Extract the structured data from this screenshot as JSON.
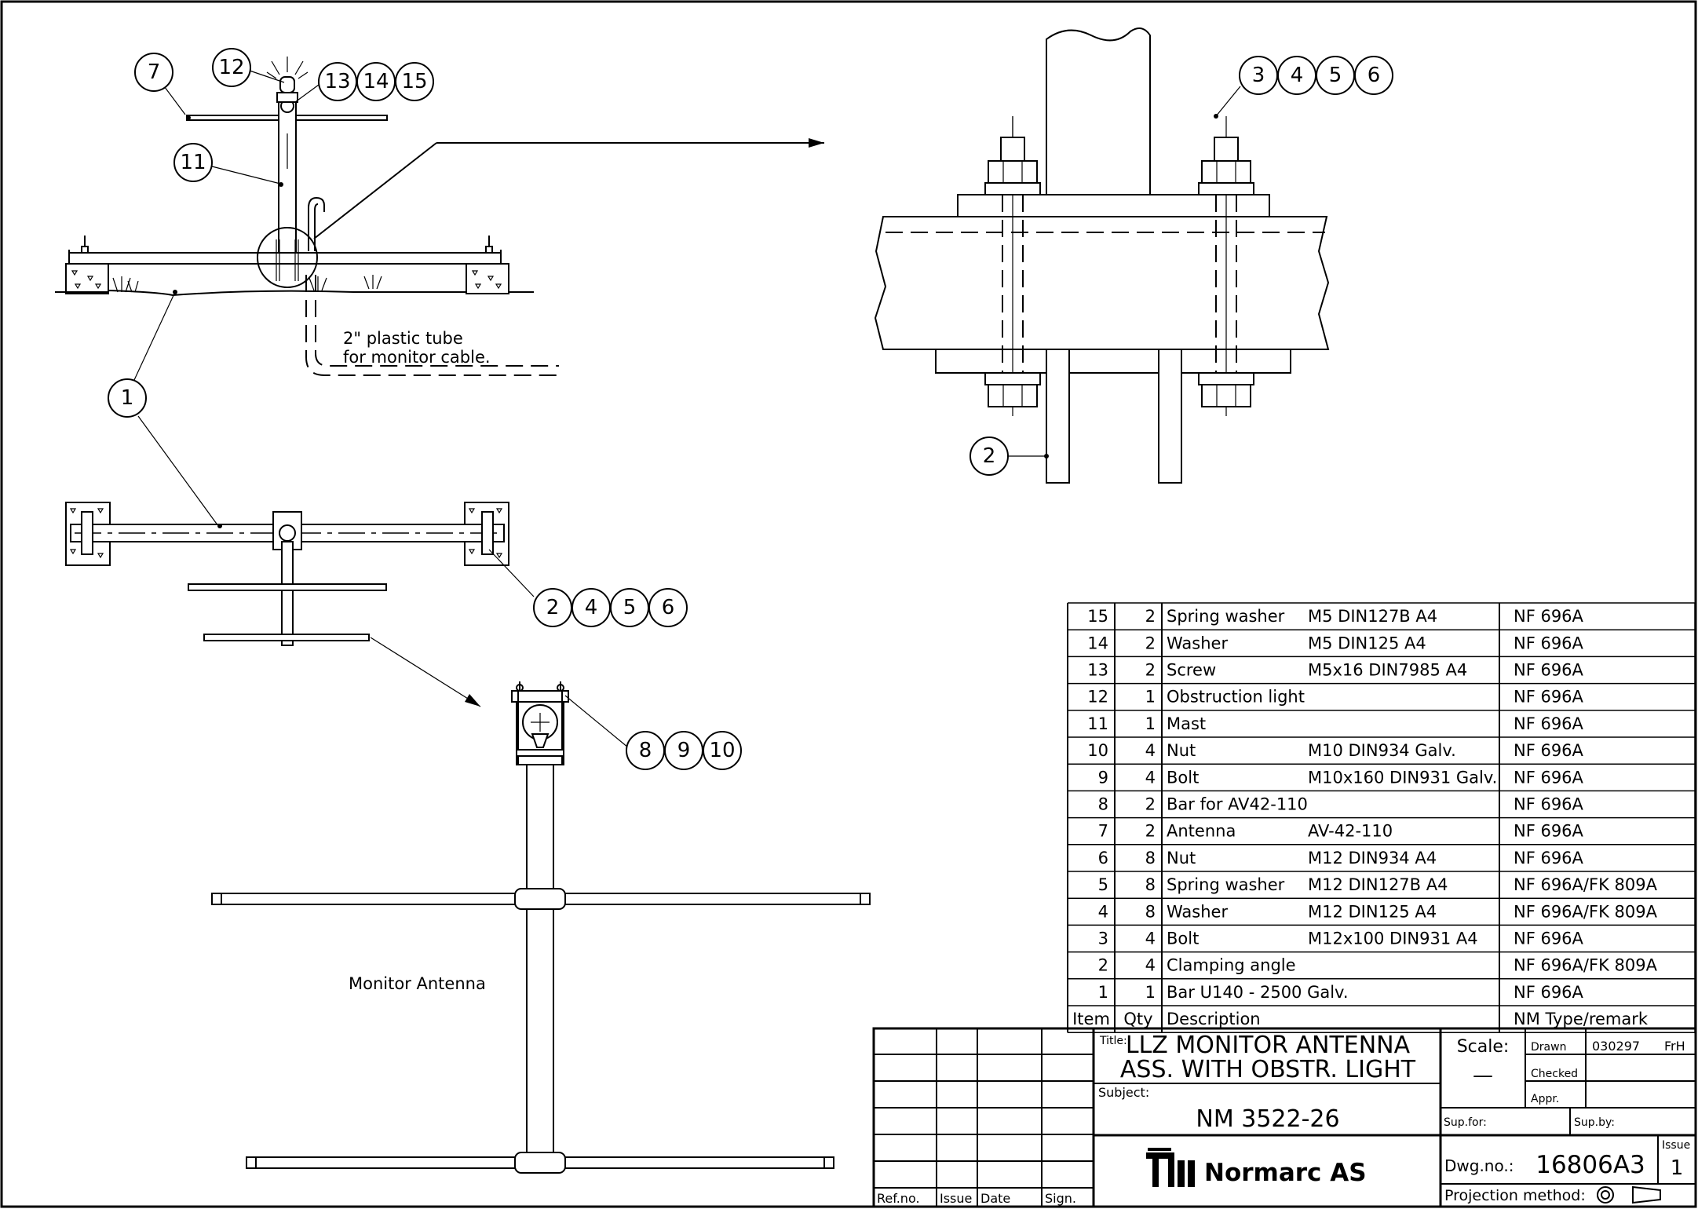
{
  "callouts": {
    "top_view": [
      "7",
      "12",
      "13",
      "14",
      "15",
      "11",
      "1"
    ],
    "plan_view": [
      "2",
      "4",
      "5",
      "6"
    ],
    "detail_bolt": [
      "3",
      "4",
      "5",
      "6",
      "2"
    ],
    "detail_bar": [
      "8",
      "9",
      "10"
    ]
  },
  "annotations": {
    "plastic_tube_1": "2\" plastic tube",
    "plastic_tube_2": "for monitor cable.",
    "monitor_antenna": "Monitor Antenna"
  },
  "parts_list": {
    "headers": {
      "item": "Item",
      "qty": "Qty",
      "description": "Description",
      "type": "NM Type/remark"
    },
    "rows": [
      {
        "item": "15",
        "qty": "2",
        "desc": "Spring washer",
        "spec": "M5 DIN127B A4",
        "type": "NF 696A"
      },
      {
        "item": "14",
        "qty": "2",
        "desc": "Washer",
        "spec": "M5 DIN125 A4",
        "type": "NF 696A"
      },
      {
        "item": "13",
        "qty": "2",
        "desc": "Screw",
        "spec": "M5x16 DIN7985 A4",
        "type": "NF 696A"
      },
      {
        "item": "12",
        "qty": "1",
        "desc": "Obstruction light",
        "spec": "",
        "type": "NF 696A"
      },
      {
        "item": "11",
        "qty": "1",
        "desc": "Mast",
        "spec": "",
        "type": "NF 696A"
      },
      {
        "item": "10",
        "qty": "4",
        "desc": "Nut",
        "spec": "M10 DIN934 Galv.",
        "type": "NF 696A"
      },
      {
        "item": "9",
        "qty": "4",
        "desc": "Bolt",
        "spec": "M10x160 DIN931 Galv.",
        "type": "NF 696A"
      },
      {
        "item": "8",
        "qty": "2",
        "desc": "Bar for AV42-110",
        "spec": "",
        "type": "NF 696A"
      },
      {
        "item": "7",
        "qty": "2",
        "desc": "Antenna",
        "spec": "AV-42-110",
        "type": "NF 696A"
      },
      {
        "item": "6",
        "qty": "8",
        "desc": "Nut",
        "spec": "M12 DIN934 A4",
        "type": "NF 696A"
      },
      {
        "item": "5",
        "qty": "8",
        "desc": "Spring washer",
        "spec": "M12 DIN127B A4",
        "type": "NF 696A/FK 809A"
      },
      {
        "item": "4",
        "qty": "8",
        "desc": "Washer",
        "spec": "M12 DIN125 A4",
        "type": "NF 696A/FK 809A"
      },
      {
        "item": "3",
        "qty": "4",
        "desc": "Bolt",
        "spec": "M12x100 DIN931 A4",
        "type": "NF 696A"
      },
      {
        "item": "2",
        "qty": "4",
        "desc": "Clamping angle",
        "spec": "",
        "type": "NF 696A/FK 809A"
      },
      {
        "item": "1",
        "qty": "1",
        "desc": "Bar U140 - 2500 Galv.",
        "spec": "",
        "type": "NF 696A"
      }
    ]
  },
  "title_block": {
    "revision_headers": [
      "Ref.no.",
      "Issue",
      "Date",
      "Sign."
    ],
    "title_label": "Title:",
    "title_line1": "LLZ MONITOR ANTENNA",
    "title_line2": "ASS. WITH OBSTR. LIGHT",
    "subject_label": "Subject:",
    "subject": "NM 3522-26",
    "company": "Normarc AS",
    "scale_label": "Scale:",
    "scale_value": "—",
    "drawn_label": "Drawn",
    "drawn_date": "030297",
    "drawn_by": "FrH",
    "checked_label": "Checked",
    "appr_label": "Appr.",
    "supfor_label": "Sup.for:",
    "supby_label": "Sup.by:",
    "dwg_label": "Dwg.no.:",
    "dwg_no": "16806A3",
    "issue_label": "Issue",
    "issue_no": "1",
    "projection_label": "Projection method:"
  }
}
